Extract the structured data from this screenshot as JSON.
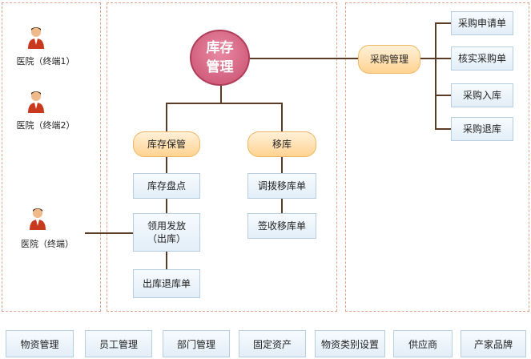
{
  "center": {
    "line1": "库存",
    "line2": "管理"
  },
  "purchase": {
    "label": "采购管理",
    "items": [
      "采购申请单",
      "核实采购单",
      "采购入库",
      "采购退库"
    ]
  },
  "storage": {
    "label": "库存保管",
    "items": [
      "库存盘点",
      "领用发放（出库）",
      "出库退库单"
    ],
    "issue_line1": "领用发放",
    "issue_line2": "（出库）"
  },
  "transfer": {
    "label": "移库",
    "items": [
      "调拨移库单",
      "签收移库单"
    ]
  },
  "hospitals": [
    "医院（终端1）",
    "医院（终端2）",
    "医院（终端）"
  ],
  "bottom_menu": [
    "物资管理",
    "员工管理",
    "部门管理",
    "固定资产",
    "物资类别设置",
    "供应商",
    "产家品牌"
  ],
  "colors": {
    "accent": "#c94f6e",
    "connector": "#5b3a26",
    "pill": "#ffd391",
    "box": "#e2eef8"
  }
}
